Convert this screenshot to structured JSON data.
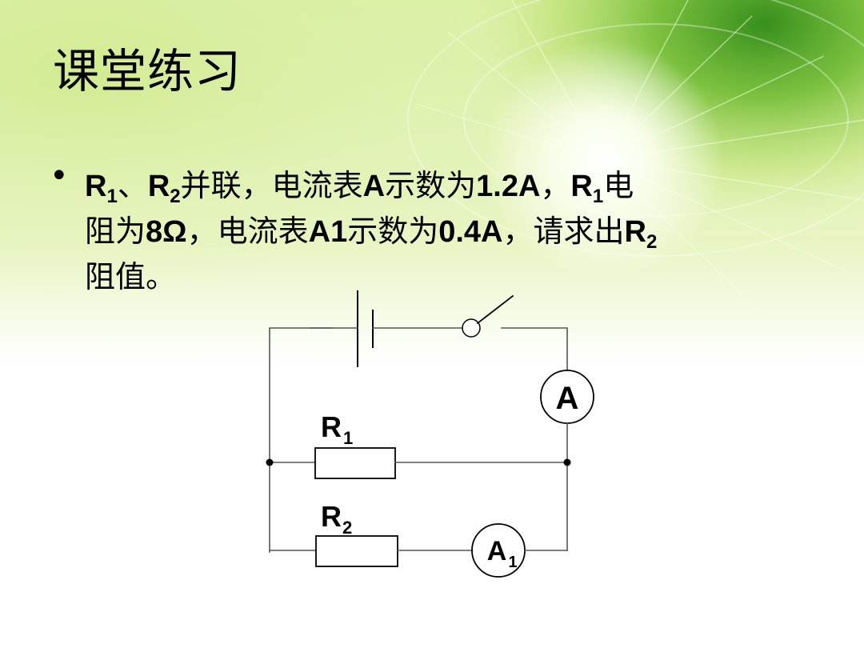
{
  "slide": {
    "title": "课堂练习",
    "problem": {
      "bullet": "•",
      "line1": {
        "r1": "R",
        "r1_sub": "1",
        "t1": "、",
        "r2": "R",
        "r2_sub": "2",
        "t2": "并联，电流表",
        "meter_a": "A",
        "t3": "示数为",
        "val1": "1.2A",
        "t4": "，",
        "r1b": "R",
        "r1b_sub": "1",
        "t5": "电"
      },
      "line2": {
        "t1": "阻为",
        "ohm": "8Ω",
        "t2": "，电流表",
        "meter_a1": "A1",
        "t3": "示数为",
        "val2": "0.4A",
        "t4": "，请求出",
        "r2": "R",
        "r2_sub": "2"
      },
      "line3": "阻值。"
    }
  },
  "circuit": {
    "ammeter_main": "A",
    "ammeter_branch": "A",
    "ammeter_branch_sub": "1",
    "r1_label": "R",
    "r1_sub": "1",
    "r2_label": "R",
    "r2_sub": "2"
  },
  "colors": {
    "green_light": "#eaf6c2",
    "green_mid": "#b7dc5a",
    "green_deep": "#57a822",
    "wire": "#000000"
  }
}
